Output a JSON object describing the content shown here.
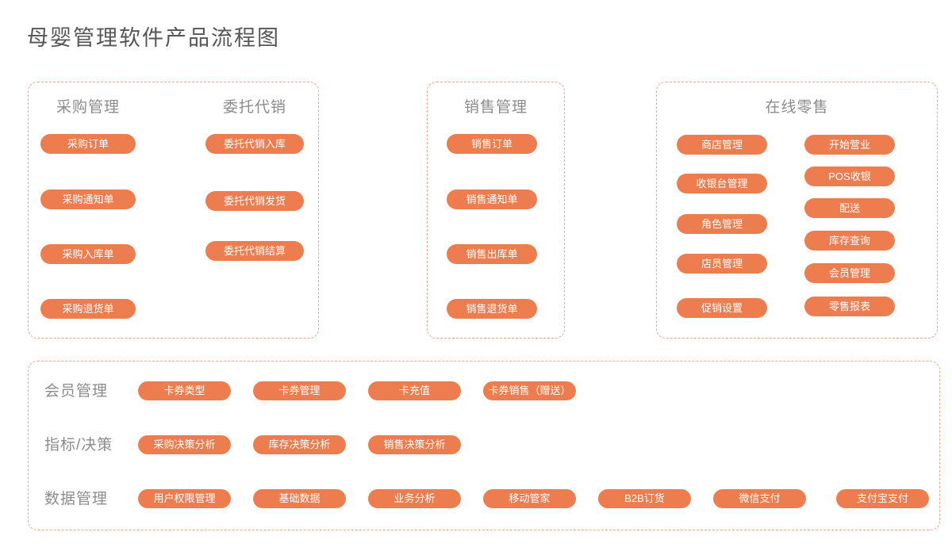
{
  "title": "母婴管理软件产品流程图",
  "colors": {
    "pill_fill": "#ED7D4F",
    "box_border": "#F3A587",
    "title_text": "#565656",
    "header_text": "#8C8C8C",
    "pill_text": "#FFFFFF"
  },
  "purchase_box": {
    "header_purchase": "采购管理",
    "header_consignment": "委托代销",
    "purchase_items": [
      "采购订单",
      "采购通知单",
      "采购入库单",
      "采购退货单"
    ],
    "consignment_items": [
      "委托代销入库",
      "委托代销发货",
      "委托代销结算"
    ]
  },
  "sales_box": {
    "header": "销售管理",
    "items": [
      "销售订单",
      "销售通知单",
      "销售出库单",
      "销售退货单"
    ]
  },
  "retail_box": {
    "header": "在线零售",
    "left_items": [
      "商店管理",
      "收银台管理",
      "角色管理",
      "店员管理",
      "促销设置"
    ],
    "right_items": [
      "开始营业",
      "POS收银",
      "配送",
      "库存查询",
      "会员管理",
      "零售报表"
    ]
  },
  "bottom_box": {
    "rows": [
      {
        "label": "会员管理",
        "items": [
          "卡券类型",
          "卡券管理",
          "卡充值",
          "卡券销售（赠送）"
        ]
      },
      {
        "label": "指标/决策",
        "items": [
          "采购决策分析",
          "库存决策分析",
          "销售决策分析"
        ]
      },
      {
        "label": "数据管理",
        "items": [
          "用户权限管理",
          "基础数据",
          "业务分析",
          "移动管家",
          "B2B订货",
          "微信支付",
          "支付宝支付"
        ]
      }
    ]
  }
}
